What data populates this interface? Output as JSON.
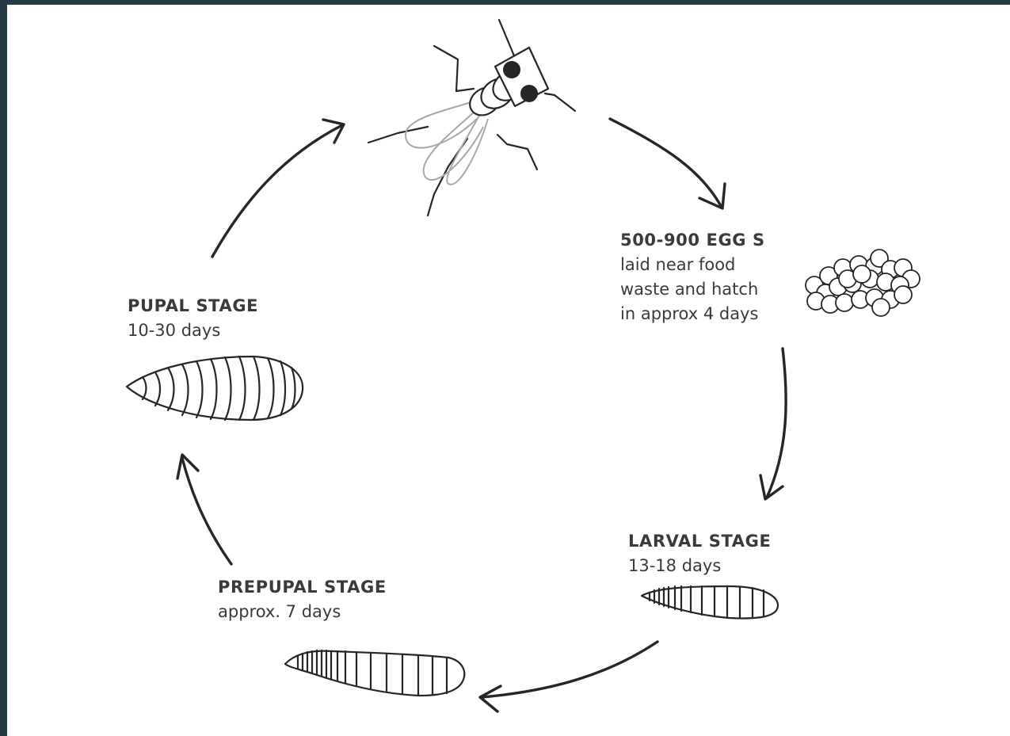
{
  "stages": {
    "eggs": {
      "title": "500-900 EGG S",
      "lines": [
        "laid near food",
        "waste and hatch",
        "in approx 4 days"
      ]
    },
    "larval": {
      "title": "LARVAL STAGE",
      "duration": "13-18 days"
    },
    "prepupal": {
      "title": "PREPUPAL STAGE",
      "duration": "approx. 7 days"
    },
    "pupal": {
      "title": "PUPAL STAGE",
      "duration": "10-30 days"
    }
  },
  "icons": [
    "fly-icon",
    "eggs-icon",
    "larva-icon",
    "prepupa-icon",
    "pupa-icon",
    "cycle-arrow"
  ],
  "colors": {
    "background": "#263a45",
    "panel": "#ffffff",
    "ink": "#262626",
    "wing": "#a7a7a7"
  }
}
